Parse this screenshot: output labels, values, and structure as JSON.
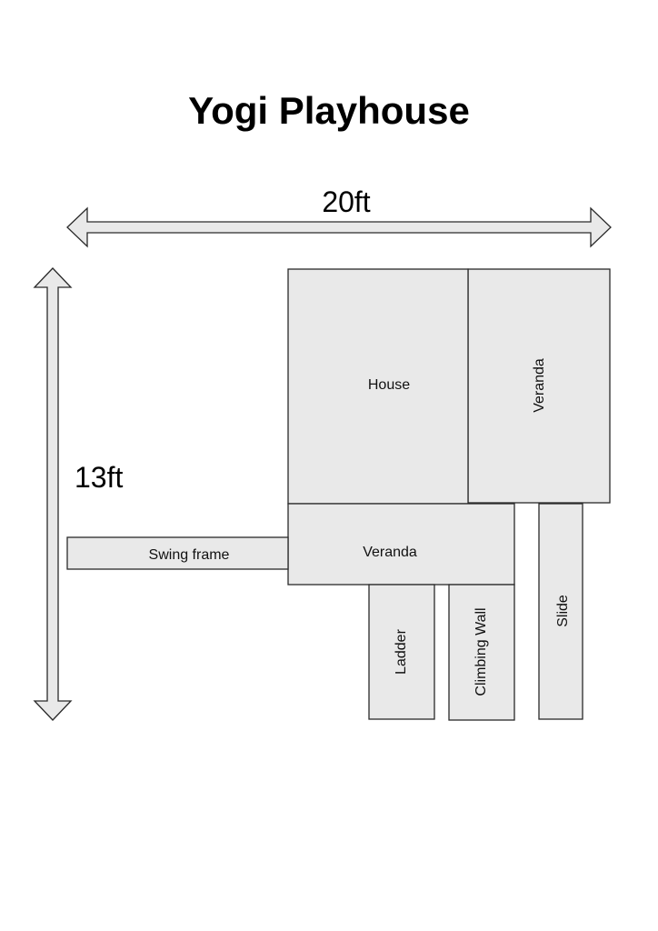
{
  "title": "Yogi Playhouse",
  "dimensions": {
    "width_label": "20ft",
    "depth_label": "13ft"
  },
  "areas": {
    "house": "House",
    "veranda_right": "Veranda",
    "veranda_lower": "Veranda",
    "swing_frame": "Swing frame",
    "ladder": "Ladder",
    "climbing_wall": "Climbing Wall",
    "slide": "Slide"
  },
  "colors": {
    "fill": "#e9e9e9",
    "stroke": "#2a2a2a"
  }
}
